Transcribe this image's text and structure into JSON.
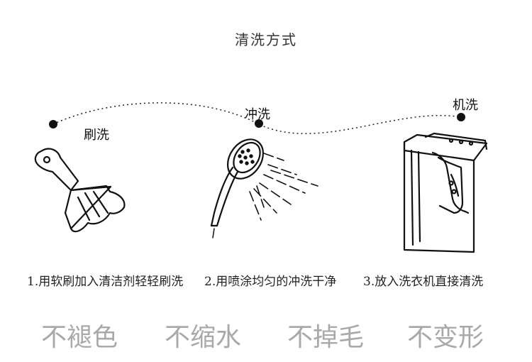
{
  "title": "清洗方式",
  "methods": [
    {
      "label": "刷洗",
      "icon": "brush-icon",
      "description": "1.用软刷加入清洁剂轻轻刷洗"
    },
    {
      "label": "冲洗",
      "icon": "shower-head-icon",
      "description": "2.用喷涂均匀的冲洗干净"
    },
    {
      "label": "机洗",
      "icon": "washing-machine-icon",
      "description": "3.放入洗衣机直接清洗"
    }
  ],
  "features": [
    "不褪色",
    "不缩水",
    "不掉毛",
    "不变形"
  ]
}
